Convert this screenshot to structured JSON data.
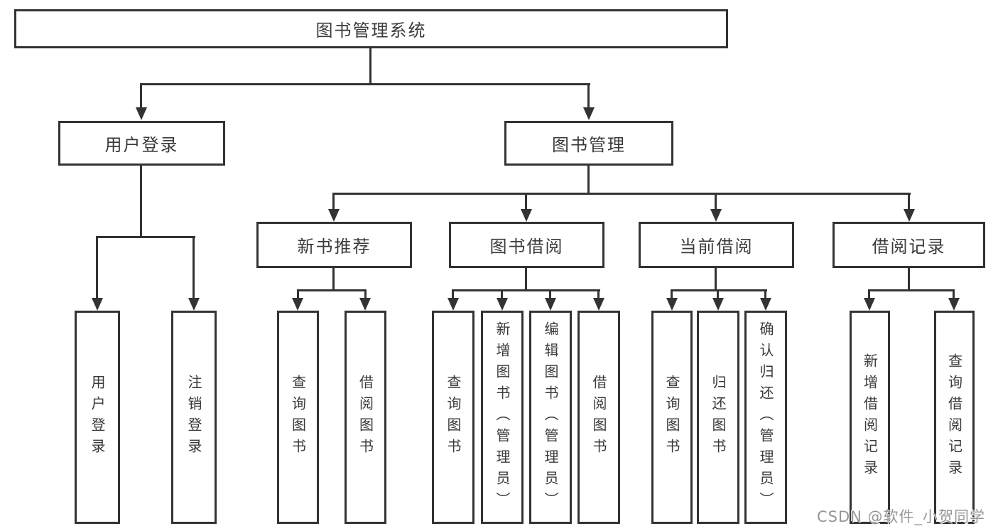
{
  "tree": {
    "root": "图书管理系统",
    "level2": [
      {
        "label": "用户登录",
        "children": [
          "用户登录",
          "注销登录"
        ]
      },
      {
        "label": "图书管理"
      }
    ],
    "level3": [
      {
        "label": "新书推荐",
        "children": [
          "查询图书",
          "借阅图书"
        ]
      },
      {
        "label": "图书借阅",
        "children": [
          "查询图书",
          "新增图书（管理员）",
          "编辑图书（管理员）",
          "借阅图书"
        ]
      },
      {
        "label": "当前借阅",
        "children": [
          "查询图书",
          "归还图书",
          "确认归还（管理员）"
        ]
      },
      {
        "label": "借阅记录",
        "children": [
          "新增借阅记录",
          "查询借阅记录"
        ]
      }
    ]
  },
  "watermark": {
    "text": "CSDN @软件_小贺同学"
  },
  "colors": {
    "line": "#333333",
    "text": "#3a3a3a",
    "background": "#ffffff",
    "watermark": "#969696"
  }
}
